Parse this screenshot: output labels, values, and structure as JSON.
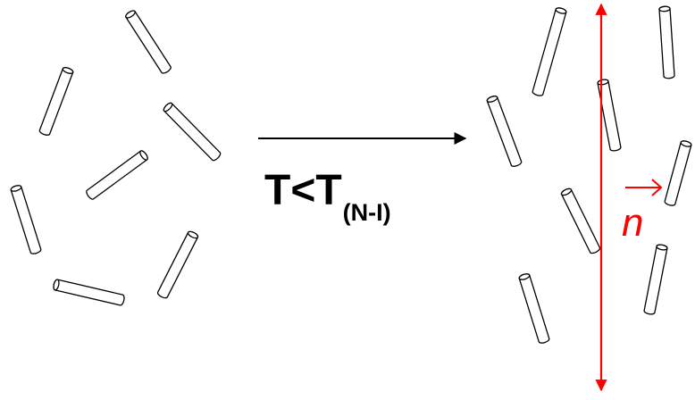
{
  "condition": {
    "main": "T<T",
    "subscript": "(N-I)"
  },
  "director": {
    "symbol": "n",
    "color": "#ff0000"
  },
  "colors": {
    "rod_stroke": "#000000",
    "rod_fill": "#ffffff",
    "arrow": "#000000",
    "director": "#ff0000"
  }
}
